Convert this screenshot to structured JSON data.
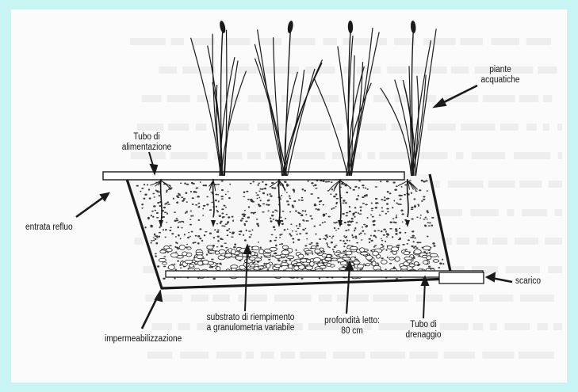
{
  "labels": {
    "feed_pipe": [
      "Tubo di",
      "alimentazione"
    ],
    "aquatic_plants": [
      "piante",
      "acquatiche"
    ],
    "inflow": "entrata refluo",
    "outlet": "scarico",
    "liner": "impermeabilizzazione",
    "substrate": [
      "substrato di riempimento",
      "a granulometria variabile"
    ],
    "bed_depth": [
      "profondità letto:",
      "80 cm"
    ],
    "drain_pipe": [
      "Tubo di",
      "drenaggio"
    ]
  },
  "colors": {
    "page_border": "#c9f4f4",
    "paper": "#fbfbfb",
    "ink": "#1a1a1a"
  }
}
